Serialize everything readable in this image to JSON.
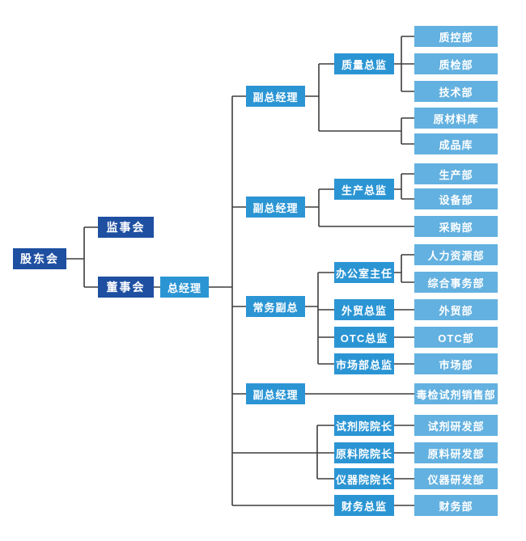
{
  "colors": {
    "dark": "#1e4fa1",
    "mid": "#2b95d4",
    "light": "#63b1e0",
    "line": "#3d3d3d",
    "text": "#ffffff",
    "background": "#ffffff"
  },
  "chart": {
    "type": "org-chart",
    "nodes": {
      "shareholders": {
        "label": "股东会",
        "level": "dark",
        "parent": null
      },
      "supervisory_board": {
        "label": "监事会",
        "level": "dark",
        "parent": "shareholders"
      },
      "board_of_directors": {
        "label": "董事会",
        "level": "dark",
        "parent": "shareholders"
      },
      "general_manager": {
        "label": "总经理",
        "level": "mid",
        "parent": "board_of_directors"
      },
      "deputy_gm_quality": {
        "label": "副总经理",
        "level": "mid",
        "parent": "general_manager"
      },
      "quality_director": {
        "label": "质量总监",
        "level": "mid",
        "parent": "deputy_gm_quality"
      },
      "qc_dept": {
        "label": "质控部",
        "level": "light",
        "parent": "quality_director"
      },
      "quality_inspection_dept": {
        "label": "质检部",
        "level": "light",
        "parent": "quality_director"
      },
      "technology_dept": {
        "label": "技术部",
        "level": "light",
        "parent": "quality_director"
      },
      "raw_material_warehouse": {
        "label": "原材料库",
        "level": "light",
        "parent": "deputy_gm_quality"
      },
      "finished_goods_warehouse": {
        "label": "成品库",
        "level": "light",
        "parent": "deputy_gm_quality"
      },
      "deputy_gm_production": {
        "label": "副总经理",
        "level": "mid",
        "parent": "general_manager"
      },
      "production_director": {
        "label": "生产总监",
        "level": "mid",
        "parent": "deputy_gm_production"
      },
      "production_dept": {
        "label": "生产部",
        "level": "light",
        "parent": "production_director"
      },
      "equipment_dept": {
        "label": "设备部",
        "level": "light",
        "parent": "production_director"
      },
      "purchasing_dept": {
        "label": "采购部",
        "level": "light",
        "parent": "deputy_gm_production"
      },
      "executive_deputy_gm": {
        "label": "常务副总",
        "level": "mid",
        "parent": "general_manager"
      },
      "office_director": {
        "label": "办公室主任",
        "level": "mid",
        "parent": "executive_deputy_gm"
      },
      "hr_dept": {
        "label": "人力资源部",
        "level": "light",
        "parent": "office_director"
      },
      "general_affairs_dept": {
        "label": "综合事务部",
        "level": "light",
        "parent": "office_director"
      },
      "foreign_trade_director": {
        "label": "外贸总监",
        "level": "mid",
        "parent": "executive_deputy_gm"
      },
      "foreign_trade_dept": {
        "label": "外贸部",
        "level": "light",
        "parent": "foreign_trade_director"
      },
      "otc_director": {
        "label": "OTC总监",
        "level": "mid",
        "parent": "executive_deputy_gm"
      },
      "otc_dept": {
        "label": "OTC部",
        "level": "light",
        "parent": "otc_director"
      },
      "marketing_director": {
        "label": "市场部总监",
        "level": "mid",
        "parent": "executive_deputy_gm"
      },
      "marketing_dept": {
        "label": "市场部",
        "level": "light",
        "parent": "marketing_director"
      },
      "deputy_gm_sales": {
        "label": "副总经理",
        "level": "mid",
        "parent": "general_manager"
      },
      "drug_test_reagent_sales_dept": {
        "label": "毒检试剂销售部",
        "level": "light",
        "parent": "deputy_gm_sales"
      },
      "reagent_institute_dean": {
        "label": "试剂院院长",
        "level": "mid",
        "parent": "general_manager"
      },
      "reagent_rd_dept": {
        "label": "试剂研发部",
        "level": "light",
        "parent": "reagent_institute_dean"
      },
      "raw_material_institute_dean": {
        "label": "原料院院长",
        "level": "mid",
        "parent": "general_manager"
      },
      "raw_material_rd_dept": {
        "label": "原料研发部",
        "level": "light",
        "parent": "raw_material_institute_dean"
      },
      "instrument_institute_dean": {
        "label": "仪器院院长",
        "level": "mid",
        "parent": "general_manager"
      },
      "instrument_rd_dept": {
        "label": "仪器研发部",
        "level": "light",
        "parent": "instrument_institute_dean"
      },
      "finance_director": {
        "label": "财务总监",
        "level": "mid",
        "parent": "general_manager"
      },
      "finance_dept": {
        "label": "财务部",
        "level": "light",
        "parent": "finance_director"
      }
    }
  }
}
